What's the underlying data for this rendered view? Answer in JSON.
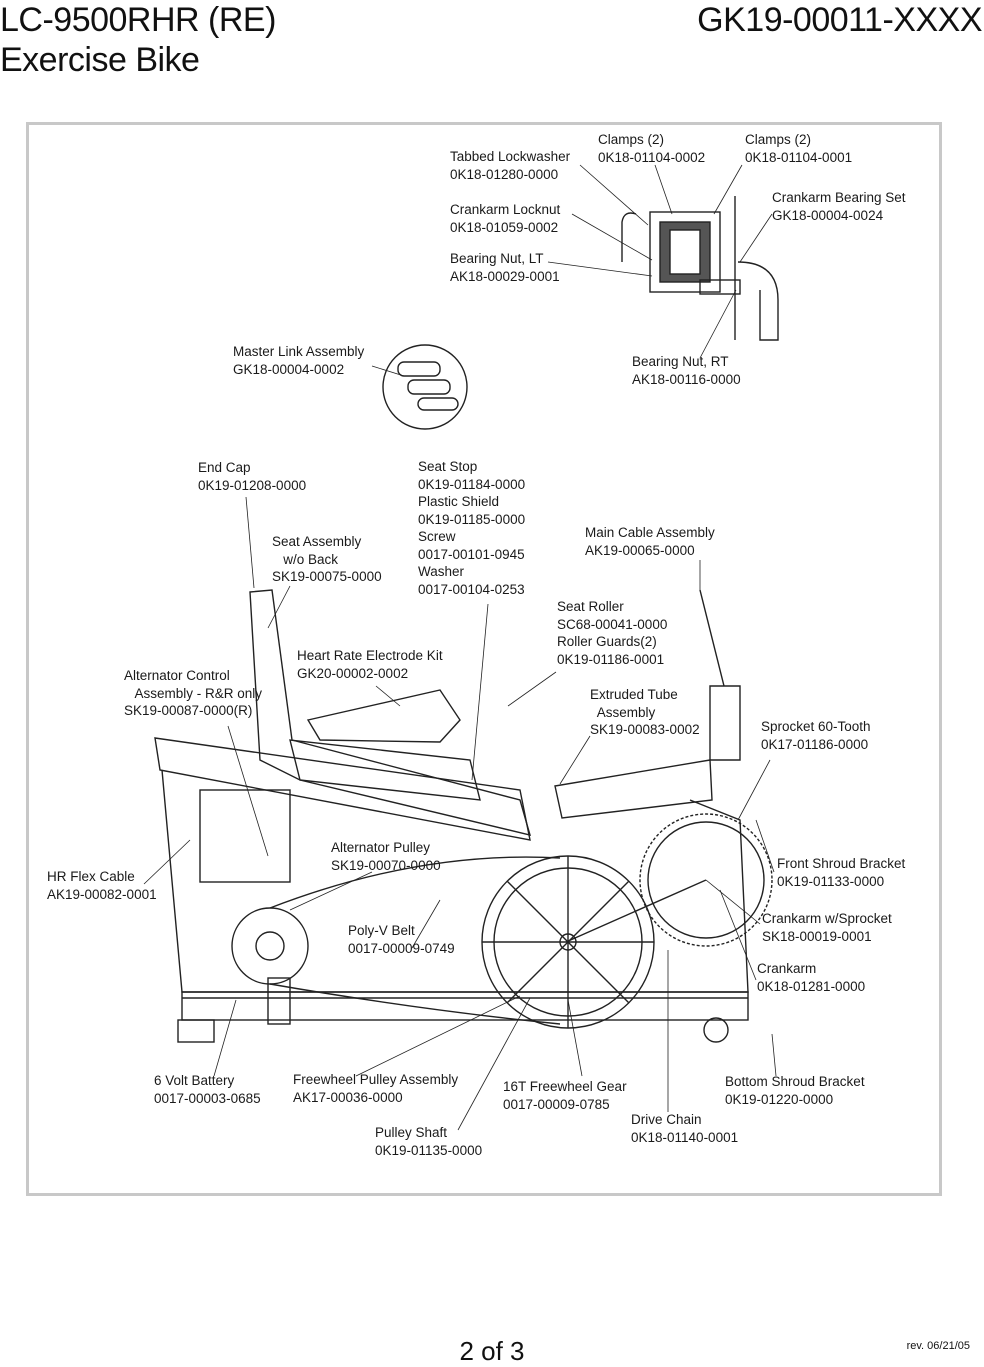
{
  "header": {
    "model": "LC-9500RHR (RE)",
    "product": "Exercise Bike",
    "doc_number": "GK19-00011-XXXX"
  },
  "parts": [
    {
      "id": "clamps-2a",
      "line1": "Clamps (2)",
      "line2": "0K18-01104-0002"
    },
    {
      "id": "clamps-2b",
      "line1": "Clamps (2)",
      "line2": "0K18-01104-0001"
    },
    {
      "id": "tabbed-lockwasher",
      "line1": "Tabbed Lockwasher",
      "line2": "0K18-01280-0000"
    },
    {
      "id": "crankarm-bearing-set",
      "line1": "Crankarm Bearing Set",
      "line2": "GK18-00004-0024"
    },
    {
      "id": "crankarm-locknut",
      "line1": "Crankarm Locknut",
      "line2": "0K18-01059-0002"
    },
    {
      "id": "bearing-nut-lt",
      "line1": "Bearing Nut, LT",
      "line2": "AK18-00029-0001"
    },
    {
      "id": "master-link",
      "line1": "Master Link Assembly",
      "line2": "GK18-00004-0002"
    },
    {
      "id": "bearing-nut-rt",
      "line1": "Bearing Nut, RT",
      "line2": "AK18-00116-0000"
    },
    {
      "id": "end-cap",
      "line1": "End Cap",
      "line2": "0K19-01208-0000"
    },
    {
      "id": "seat-stop",
      "line1": "Seat Stop",
      "line2": "0K19-01184-0000",
      "line3": "Plastic Shield",
      "line4": "0K19-01185-0000",
      "line5": "Screw",
      "line6": "0017-00101-0945",
      "line7": "Washer",
      "line8": "0017-00104-0253"
    },
    {
      "id": "seat-assembly",
      "line1": "Seat Assembly",
      "line2": "   w/o Back",
      "line3": "SK19-00075-0000"
    },
    {
      "id": "main-cable",
      "line1": "Main Cable Assembly",
      "line2": "AK19-00065-0000"
    },
    {
      "id": "seat-roller",
      "line1": "Seat Roller",
      "line2": "SC68-00041-0000",
      "line3": "Roller Guards(2)",
      "line4": "0K19-01186-0001"
    },
    {
      "id": "hr-electrode",
      "line1": "Heart Rate Electrode Kit",
      "line2": "GK20-00002-0002"
    },
    {
      "id": "alternator-control",
      "line1": "Alternator Control",
      "line2": "   Assembly - R&R only",
      "line3": "SK19-00087-0000(R)"
    },
    {
      "id": "extruded-tube",
      "line1": "Extruded Tube",
      "line2": "  Assembly",
      "line3": "SK19-00083-0002"
    },
    {
      "id": "sprocket",
      "line1": "Sprocket 60-Tooth",
      "line2": "0K17-01186-0000"
    },
    {
      "id": "alternator-pulley",
      "line1": "Alternator Pulley",
      "line2": "SK19-00070-0000"
    },
    {
      "id": "front-shroud",
      "line1": "Front Shroud Bracket",
      "line2": "0K19-01133-0000"
    },
    {
      "id": "hr-flex-cable",
      "line1": "HR Flex Cable",
      "line2": "AK19-00082-0001"
    },
    {
      "id": "crankarm-sprocket",
      "line1": "Crankarm w/Sprocket",
      "line2": "SK18-00019-0001"
    },
    {
      "id": "poly-v-belt",
      "line1": "Poly-V Belt",
      "line2": "0017-00009-0749"
    },
    {
      "id": "crankarm",
      "line1": "Crankarm",
      "line2": "0K18-01281-0000"
    },
    {
      "id": "battery",
      "line1": "6 Volt Battery",
      "line2": "0017-00003-0685"
    },
    {
      "id": "freewheel-pulley",
      "line1": "Freewheel Pulley Assembly",
      "line2": "AK17-00036-0000"
    },
    {
      "id": "freewheel-gear",
      "line1": "16T Freewheel Gear",
      "line2": "0017-00009-0785"
    },
    {
      "id": "bottom-shroud",
      "line1": "Bottom Shroud Bracket",
      "line2": "0K19-01220-0000"
    },
    {
      "id": "drive-chain",
      "line1": "Drive Chain",
      "line2": "0K18-01140-0001"
    },
    {
      "id": "pulley-shaft",
      "line1": "Pulley Shaft",
      "line2": "0K19-01135-0000"
    }
  ],
  "footer": {
    "page": "2 of 3",
    "revision": "rev. 06/21/05"
  }
}
